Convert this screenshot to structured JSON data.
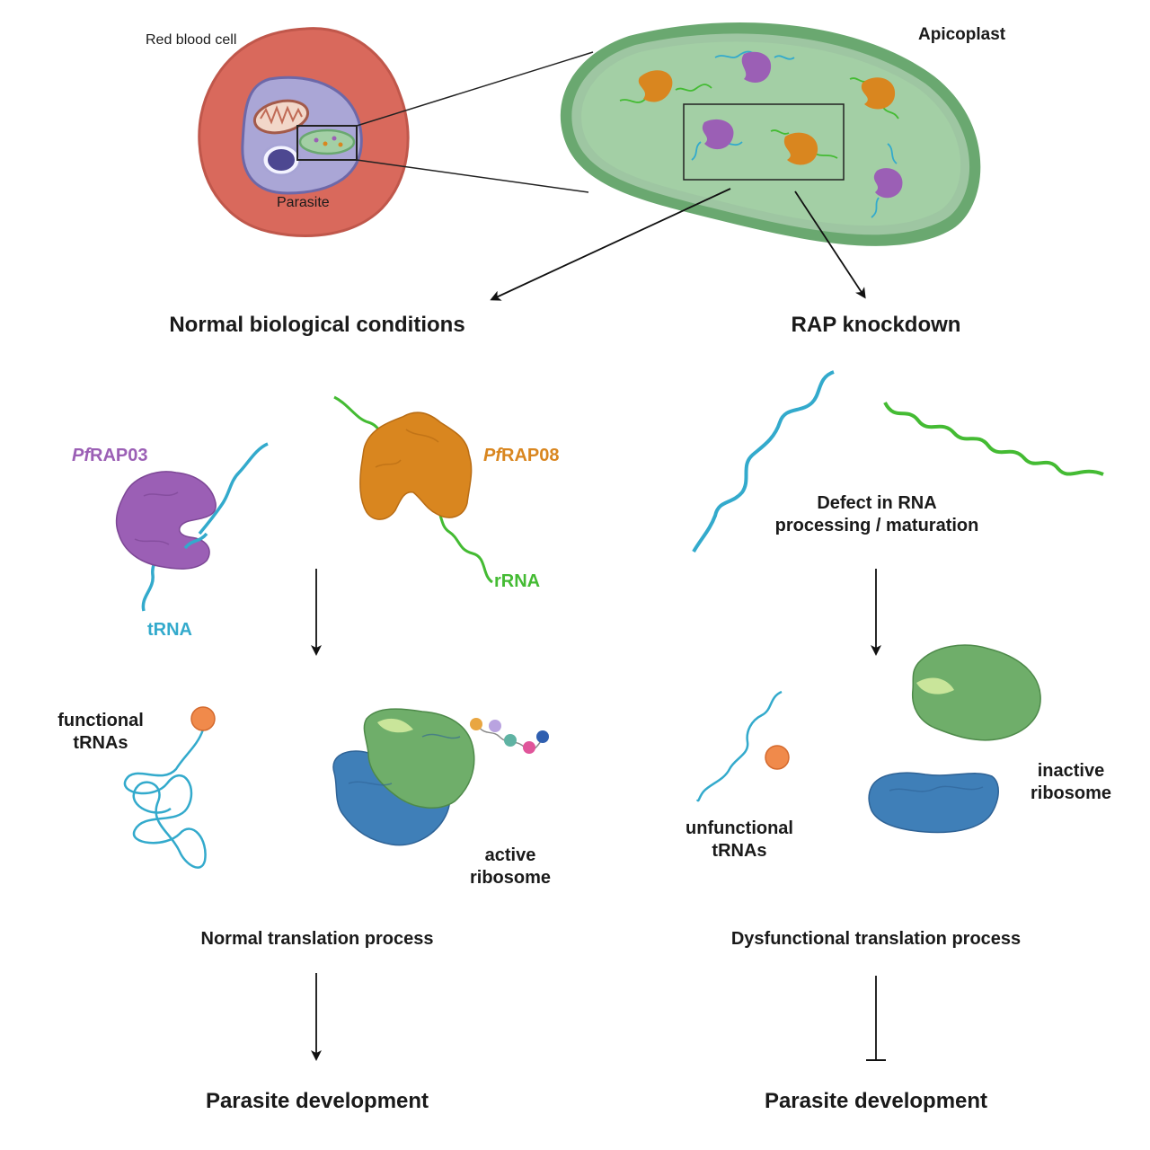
{
  "labels": {
    "red_blood_cell": "Red blood cell",
    "parasite": "Parasite",
    "apicoplast": "Apicoplast",
    "normal_heading": "Normal biological conditions",
    "knockdown_heading": "RAP knockdown",
    "pfrap03_prefix": "Pf",
    "pfrap03_suffix": "RAP03",
    "pfrap08_prefix": "Pf",
    "pfrap08_suffix": "RAP08",
    "trna": "tRNA",
    "rrna": "rRNA",
    "defect_line1": "Defect in RNA",
    "defect_line2": "processing / maturation",
    "functional_line1": "functional",
    "functional_line2": "tRNAs",
    "active_line1": "active",
    "active_line2": "ribosome",
    "unfunctional_line1": "unfunctional",
    "unfunctional_line2": "tRNAs",
    "inactive_line1": "inactive",
    "inactive_line2": "ribosome",
    "normal_translation": "Normal translation process",
    "dysfunctional_translation": "Dysfunctional translation process",
    "parasite_development_left": "Parasite development",
    "parasite_development_right": "Parasite development"
  },
  "colors": {
    "red_cell": "#d9695c",
    "parasite_fill": "#aaa6d6",
    "apicoplast_outer": "#6aa870",
    "apicoplast_inner": "#a3cfa5",
    "pfrap03": "#9b5fb5",
    "pfrap08": "#d9861f",
    "trna": "#33aacc",
    "rrna": "#44bb33",
    "ribosome_large": "#6fae6a",
    "ribosome_small": "#3f7fb8",
    "amino_acid": "#f08a4b"
  },
  "icons": {
    "red_blood_cell": "red-blood-cell-icon",
    "mitochondrion": "mitochondrion-icon",
    "nucleus": "nucleus-icon",
    "protein_pfrap03": "pfrap03-protein-icon",
    "protein_pfrap08": "pfrap08-protein-icon",
    "ribosome": "ribosome-icon"
  }
}
